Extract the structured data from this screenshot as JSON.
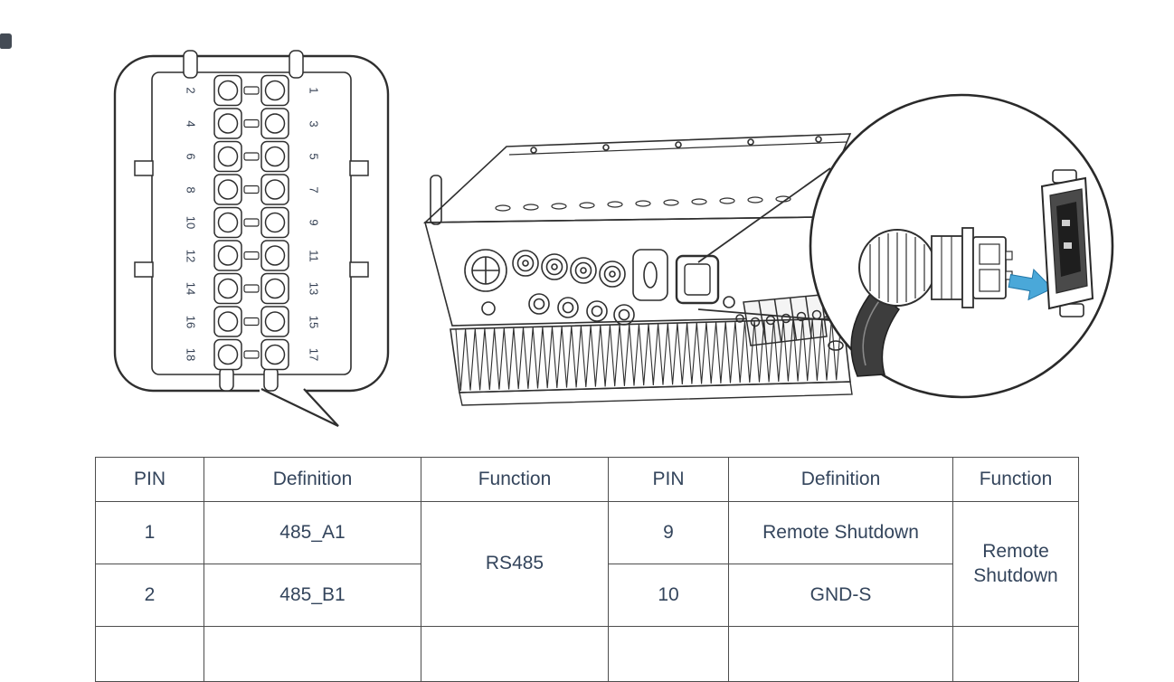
{
  "colors": {
    "ink": "#2f2f2f",
    "arrow": "#4aa8d9",
    "text": "#34455c"
  },
  "figure": {
    "connector_pins": {
      "left": [
        "2",
        "4",
        "6",
        "8",
        "10",
        "12",
        "14",
        "16",
        "18"
      ],
      "right": [
        "1",
        "3",
        "5",
        "7",
        "9",
        "11",
        "13",
        "15",
        "17"
      ]
    }
  },
  "table": {
    "headers": [
      "PIN",
      "Definition",
      "Function",
      "PIN",
      "Definition",
      "Function"
    ],
    "rows": [
      {
        "pin_l": "1",
        "def_l": "485_A1",
        "func_l": "RS485",
        "pin_r": "9",
        "def_r": "Remote Shutdown",
        "func_r": "Remote Shutdown"
      },
      {
        "pin_l": "2",
        "def_l": "485_B1",
        "pin_r": "10",
        "def_r": "GND-S"
      }
    ]
  }
}
